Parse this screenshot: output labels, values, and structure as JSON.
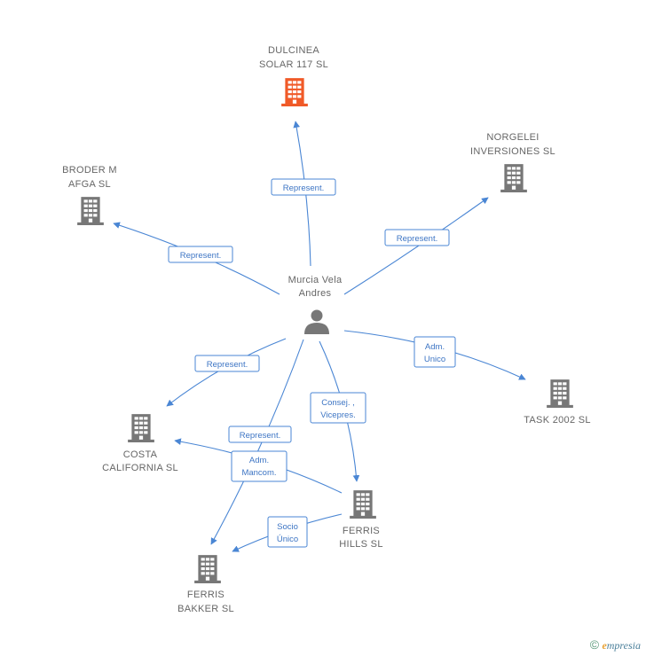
{
  "colors": {
    "edge": "#4a86d4",
    "building": "#777777",
    "building_focus": "#f05a28",
    "person": "#777777"
  },
  "center": {
    "name_line1": "Murcia Vela",
    "name_line2": "Andres",
    "icon": "person-icon"
  },
  "nodes": [
    {
      "id": "dulcinea",
      "line1": "DULCINEA",
      "line2": "SOLAR 117 SL",
      "focus": true
    },
    {
      "id": "norgelei",
      "line1": "NORGELEI",
      "line2": "INVERSIONES SL",
      "focus": false
    },
    {
      "id": "broder",
      "line1": "BRODER M",
      "line2": "AFGA SL",
      "focus": false
    },
    {
      "id": "task",
      "line1": "",
      "line2": "TASK 2002 SL",
      "focus": false
    },
    {
      "id": "costa",
      "line1": "COSTA",
      "line2": "CALIFORNIA SL",
      "focus": false
    },
    {
      "id": "ferris-hills",
      "line1": "FERRIS",
      "line2": "HILLS SL",
      "focus": false
    },
    {
      "id": "ferris-bakker",
      "line1": "FERRIS",
      "line2": "BAKKER SL",
      "focus": false
    }
  ],
  "edges": [
    {
      "id": "e1",
      "line1": "Represent.",
      "line2": ""
    },
    {
      "id": "e2",
      "line1": "Represent.",
      "line2": ""
    },
    {
      "id": "e3",
      "line1": "Represent.",
      "line2": ""
    },
    {
      "id": "e4",
      "line1": "Adm.",
      "line2": "Unico"
    },
    {
      "id": "e5",
      "line1": "Represent.",
      "line2": ""
    },
    {
      "id": "e6",
      "line1": "Consej. ,",
      "line2": "Vicepres."
    },
    {
      "id": "e7",
      "line1": "Represent.",
      "line2": ""
    },
    {
      "id": "e8",
      "line1": "Adm.",
      "line2": "Mancom."
    },
    {
      "id": "e9",
      "line1": "Socio",
      "line2": "Único"
    }
  ],
  "footer": {
    "copyright": "©",
    "brand_initial": "e",
    "brand_rest": "mpresia"
  }
}
